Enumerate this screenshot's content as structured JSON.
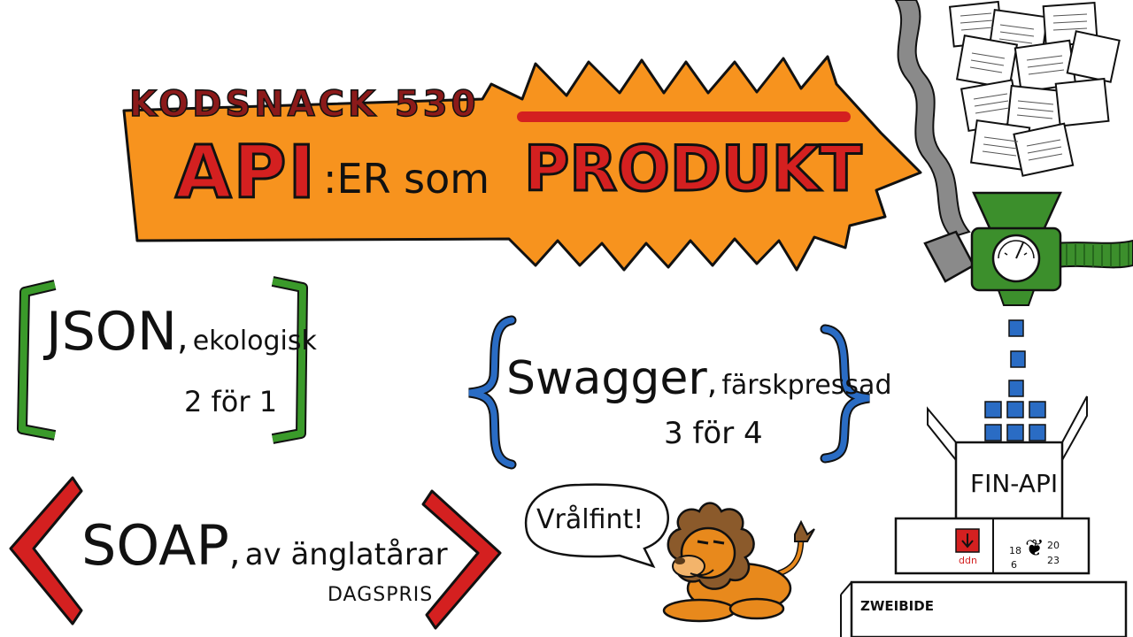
{
  "banner": {
    "episode": "KODSNACK 530",
    "title_api": "API",
    "title_er": ":ER som",
    "title_produkt": "PRODUKT"
  },
  "json_item": {
    "name": "JSON",
    "comma": ",",
    "quality": "ekologisk",
    "deal": "2 för 1"
  },
  "swagger_item": {
    "name": "Swagger",
    "comma": ",",
    "quality": "färskpressad",
    "deal": "3 för 4"
  },
  "soap_item": {
    "name": "SOAP",
    "comma": ",",
    "quality": "av änglatårar",
    "deal": "DAGSPRIS"
  },
  "speech_bubble": {
    "text": "Vrålfint!"
  },
  "box_labels": {
    "box": "FIN-API",
    "crate_brand": "ddn",
    "crate_years": [
      "18",
      "20",
      "6",
      "23"
    ],
    "bottom": "ZWEIBIDE"
  },
  "colors": {
    "banner_orange": "#f7931e",
    "title_red": "#d42020",
    "dark_red": "#8b1a1a",
    "green_bracket": "#3a9a2a",
    "blue_brace": "#2a6cc4",
    "red_angle": "#d42020",
    "machine_green": "#3c8f2c",
    "cube_blue": "#2a6cc4",
    "lion_orange": "#e8891c",
    "lion_mane": "#8b5a2b",
    "smoke_gray": "#8a8a8a"
  }
}
